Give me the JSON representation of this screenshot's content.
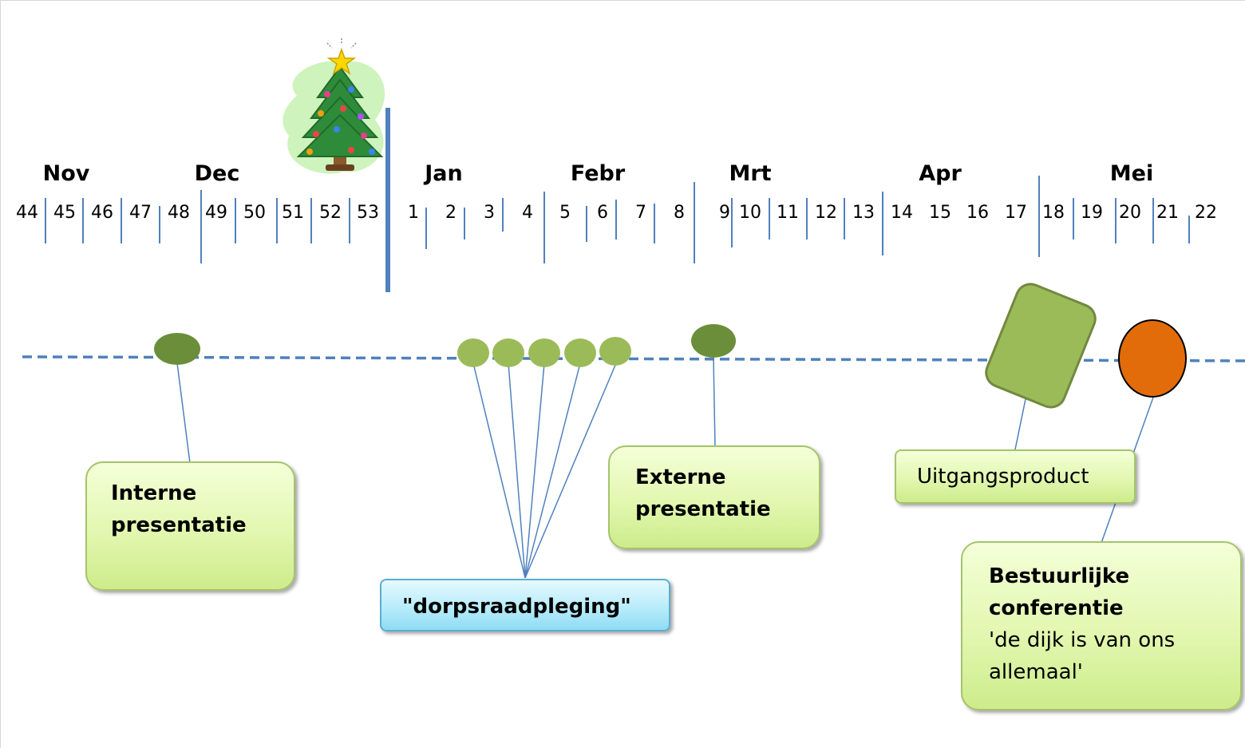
{
  "timeline": {
    "months": [
      "Nov",
      "Dec",
      "Jan",
      "Febr",
      "Mrt",
      "Apr",
      "Mei"
    ],
    "weeks": [
      "44",
      "45",
      "46",
      "47",
      "48",
      "49",
      "50",
      "51",
      "52",
      "53",
      "1",
      "2",
      "3",
      "4",
      "5",
      "6",
      "7",
      "8",
      "9",
      "10",
      "11",
      "12",
      "13",
      "14",
      "15",
      "16",
      "17",
      "18",
      "19",
      "20",
      "21",
      "22"
    ]
  },
  "events": {
    "interne": {
      "title": "Interne presentatie"
    },
    "dorps": {
      "label": "\"dorpsraadpleging\""
    },
    "externe": {
      "title": "Externe presentatie"
    },
    "uitgang": {
      "label": "Uitgangsproduct"
    },
    "bestuur": {
      "title": "Bestuurlijke conferentie",
      "subtitle": "'de dijk is van ons allemaal'"
    }
  },
  "colors": {
    "timeline_blue": "#4f81bd",
    "dark_green": "#6b8e3a",
    "light_green": "#9bbb59",
    "orange": "#e36c0a",
    "callout_green": "#e2f7b0",
    "callout_blue": "#b8ecfb"
  }
}
